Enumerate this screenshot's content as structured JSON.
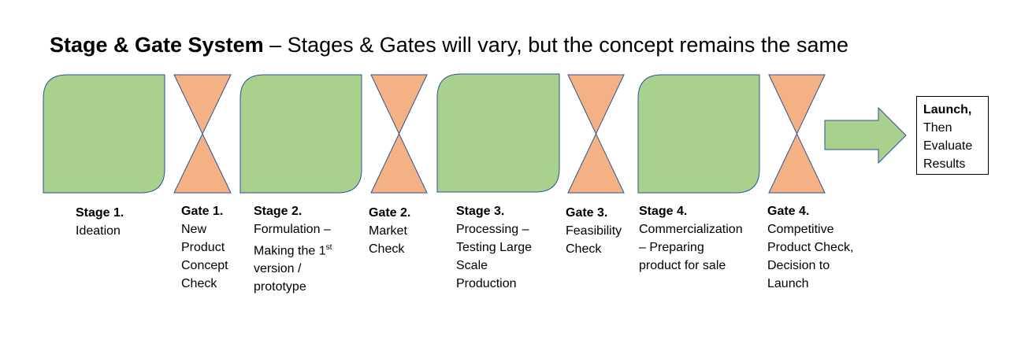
{
  "title": {
    "bold": "Stage & Gate System",
    "rest": " – Stages & Gates will vary, but the concept remains the same"
  },
  "colors": {
    "stage_fill": "#a9d18e",
    "gate_fill": "#f4b183",
    "outline": "#2f528f",
    "arrow_fill": "#a9d18e"
  },
  "stages": [
    {
      "title": "Stage 1.",
      "lines": [
        "Ideation"
      ]
    },
    {
      "title": "Stage 2.",
      "lines": [
        "Formulation –",
        "Making the 1",
        "version /",
        "prototype"
      ],
      "superscript": "st"
    },
    {
      "title": "Stage 3.",
      "lines": [
        "Processing –",
        "Testing Large",
        "Scale",
        "Production"
      ]
    },
    {
      "title": "Stage 4.",
      "lines": [
        "Commercialization",
        "– Preparing",
        "product for sale"
      ]
    }
  ],
  "gates": [
    {
      "title": "Gate 1.",
      "lines": [
        "New",
        "Product",
        "Concept",
        "Check"
      ]
    },
    {
      "title": "Gate 2.",
      "lines": [
        "Market",
        "Check"
      ]
    },
    {
      "title": "Gate 3.",
      "lines": [
        "Feasibility",
        "Check"
      ]
    },
    {
      "title": "Gate 4.",
      "lines": [
        "Competitive",
        "Product Check,",
        "Decision to",
        "Launch"
      ]
    }
  ],
  "result": {
    "title": "Launch,",
    "lines": [
      "Then",
      "Evaluate",
      "Results"
    ]
  }
}
